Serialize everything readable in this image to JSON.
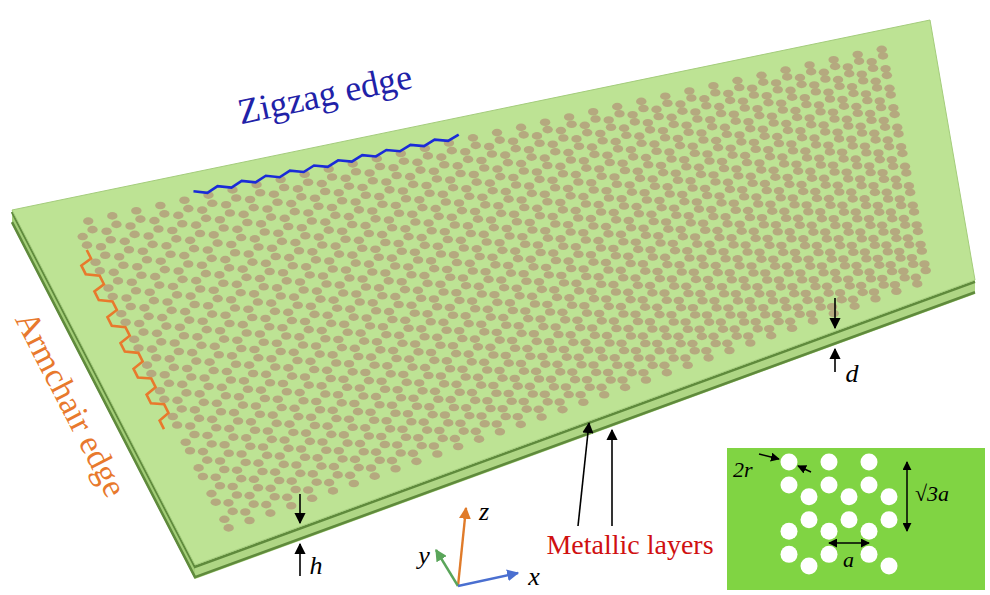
{
  "diagram": {
    "nodes": [
      {
        "text": [
          "2r",
          "√3a",
          "a"
        ]
      }
    ],
    "labels": [
      "Zigzag edge",
      "Armchair edge",
      "d",
      "Metallic layers",
      "h",
      "z",
      "y",
      "x"
    ]
  }
}
